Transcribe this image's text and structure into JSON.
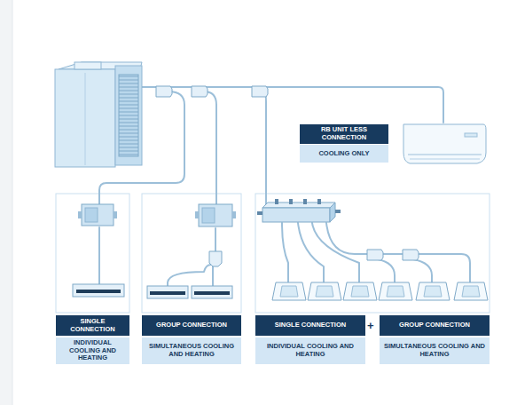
{
  "diagram": {
    "nodes": [
      {
        "text": [
          "RB UNIT LESS CONNECTION"
        ]
      },
      {
        "text": [
          "COOLING ONLY"
        ]
      },
      {
        "text": [
          "SINGLE CONNECTION"
        ]
      },
      {
        "text": [
          "INDIVIDUAL COOLING AND HEATING"
        ]
      },
      {
        "text": [
          "GROUP CONNECTION"
        ]
      },
      {
        "text": [
          "SIMULTANEOUS COOLING AND HEATING"
        ]
      },
      {
        "text": [
          "SINGLE CONNECTION"
        ]
      },
      {
        "text": [
          "INDIVIDUAL COOLING AND HEATING"
        ]
      },
      {
        "text": [
          "GROUP CONNECTION"
        ]
      },
      {
        "text": [
          "SIMULTANEOUS COOLING AND HEATING"
        ]
      }
    ],
    "labels": [
      "+"
    ]
  }
}
